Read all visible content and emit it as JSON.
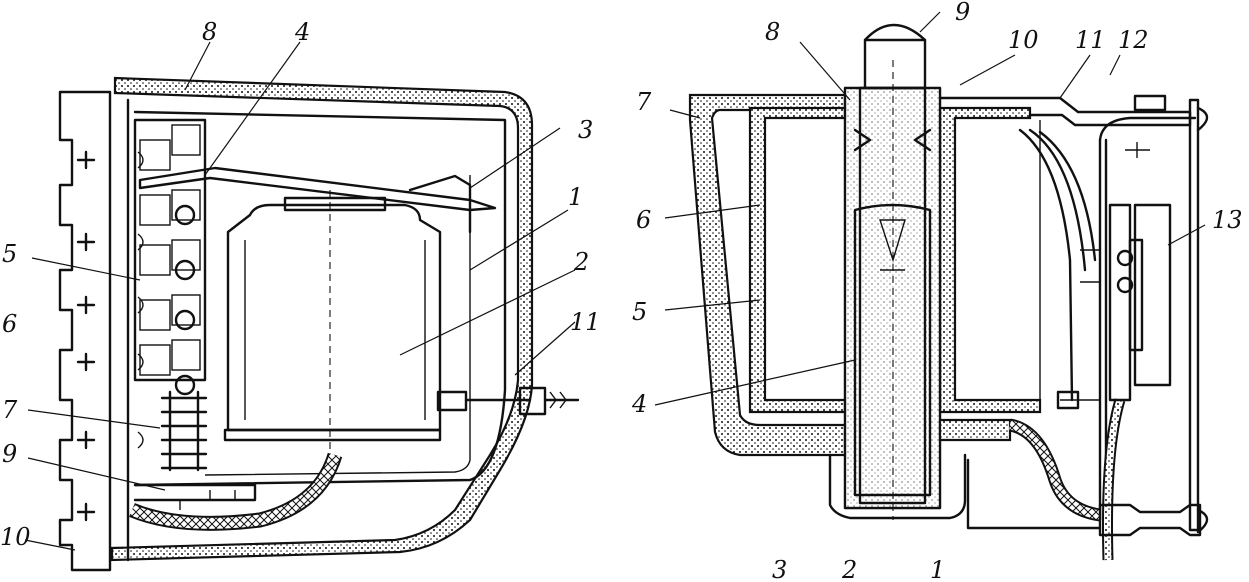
{
  "left_figure": {
    "callouts": [
      "8",
      "4",
      "3",
      "1",
      "2",
      "11",
      "5",
      "6",
      "7",
      "9",
      "10"
    ]
  },
  "right_figure": {
    "callouts": [
      "8",
      "9",
      "10",
      "11",
      "12",
      "7",
      "6",
      "5",
      "4",
      "13",
      "3",
      "2",
      "1"
    ]
  }
}
